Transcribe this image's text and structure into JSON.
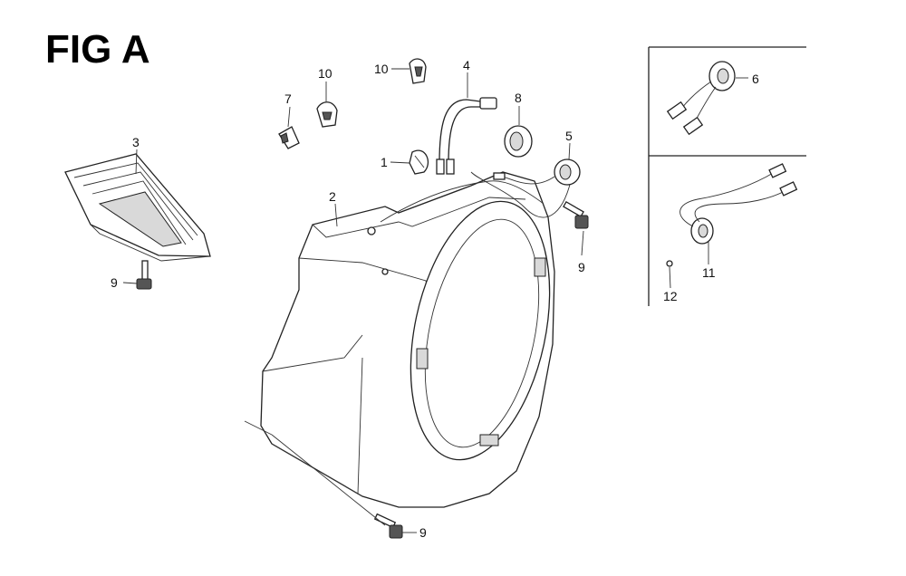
{
  "figure": {
    "title": "FIG A"
  },
  "callouts": [
    {
      "id": "c1",
      "label": "1"
    },
    {
      "id": "c2",
      "label": "2"
    },
    {
      "id": "c3",
      "label": "3"
    },
    {
      "id": "c4",
      "label": "4"
    },
    {
      "id": "c5",
      "label": "5"
    },
    {
      "id": "c6",
      "label": "6"
    },
    {
      "id": "c7",
      "label": "7"
    },
    {
      "id": "c8",
      "label": "8"
    },
    {
      "id": "c9a",
      "label": "9"
    },
    {
      "id": "c9b",
      "label": "9"
    },
    {
      "id": "c9c",
      "label": "9"
    },
    {
      "id": "c10a",
      "label": "10"
    },
    {
      "id": "c10b",
      "label": "10"
    },
    {
      "id": "c11",
      "label": "11"
    },
    {
      "id": "c12",
      "label": "12"
    }
  ]
}
